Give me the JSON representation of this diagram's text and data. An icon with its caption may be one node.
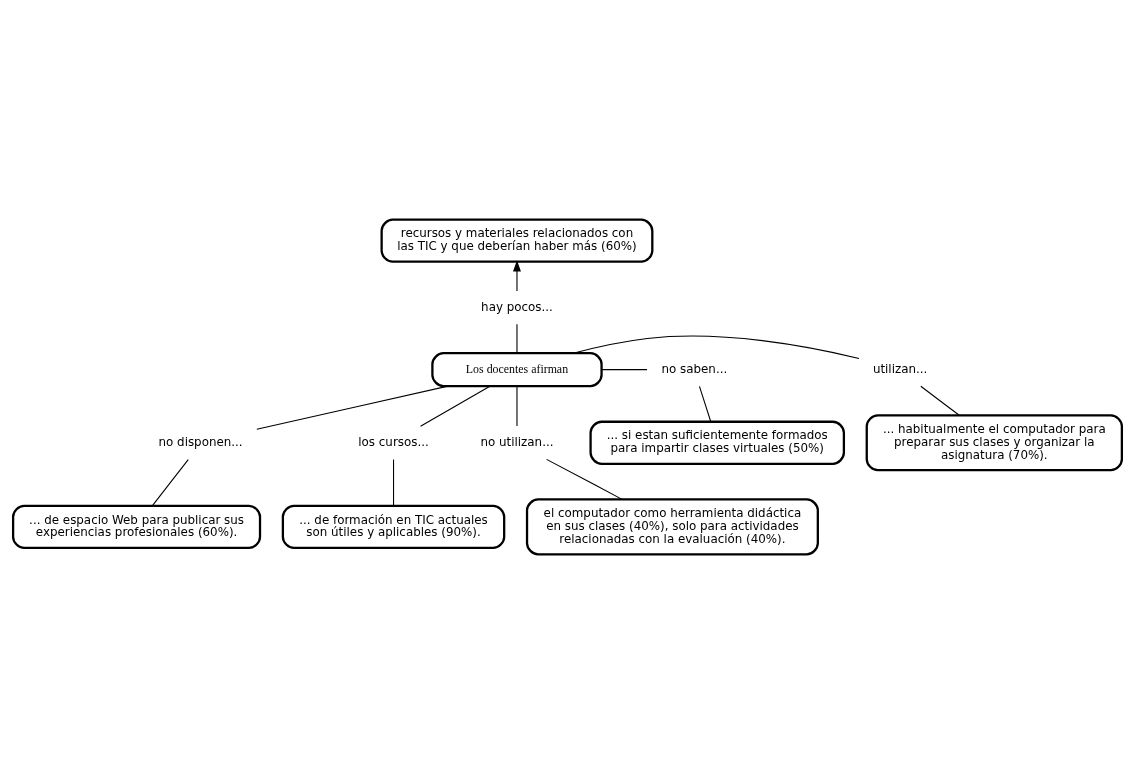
{
  "diagram": {
    "nodes": [
      {
        "text": [
          "Los docentes afirman"
        ]
      },
      {
        "text": [
          "hay pocos..."
        ]
      },
      {
        "text": [
          "recursos y materiales relacionados con las TIC y que deberían haber más (60%)"
        ]
      },
      {
        "text": [
          "utilizan..."
        ]
      },
      {
        "text": [
          "... habitualmente el computador para preparar sus clases y organizar la asignatura (70%)."
        ]
      },
      {
        "text": [
          "no saben..."
        ]
      },
      {
        "text": [
          "... si estan suficientemente formados para impartir clases virtuales (50%)"
        ]
      },
      {
        "text": [
          "los cursos..."
        ]
      },
      {
        "text": [
          "... de formación en TIC actuales son útiles y aplicables (90%)."
        ]
      },
      {
        "text": [
          "no utilizan..."
        ]
      },
      {
        "text": [
          "el computador como herramienta didáctica en sus clases (40%), solo para actividades relacionadas con la evaluación (40%)."
        ]
      },
      {
        "text": [
          "no disponen..."
        ]
      },
      {
        "text": [
          "... de espacio Web para publicar sus experiencias profesionales (60%)."
        ]
      }
    ],
    "edges": [
      {
        "from": 0,
        "to": 1,
        "arrow": "none"
      },
      {
        "from": 1,
        "to": 2,
        "arrow": "to"
      },
      {
        "from": 0,
        "to": 3,
        "arrow": "none"
      },
      {
        "from": 3,
        "to": 4,
        "arrow": "none"
      },
      {
        "from": 0,
        "to": 5,
        "arrow": "none"
      },
      {
        "from": 5,
        "to": 6,
        "arrow": "none"
      },
      {
        "from": 0,
        "to": 7,
        "arrow": "none"
      },
      {
        "from": 7,
        "to": 8,
        "arrow": "none"
      },
      {
        "from": 0,
        "to": 9,
        "arrow": "none"
      },
      {
        "from": 9,
        "to": 10,
        "arrow": "none"
      },
      {
        "from": 0,
        "to": 11,
        "arrow": "none"
      },
      {
        "from": 11,
        "to": 12,
        "arrow": "none"
      }
    ]
  }
}
